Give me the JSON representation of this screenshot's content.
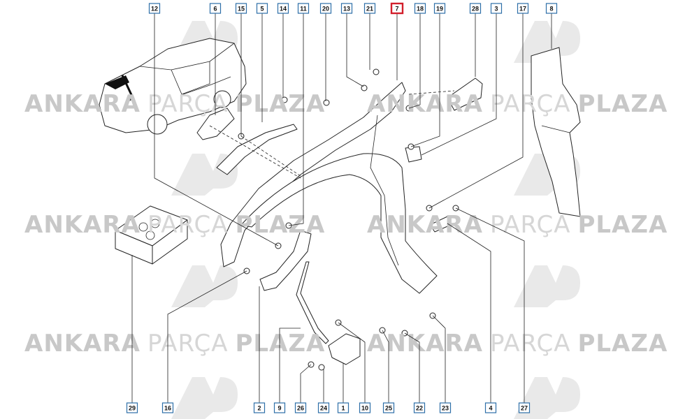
{
  "diagram": {
    "selected_part": "7",
    "watermark": {
      "word1": "ANKARA",
      "word2": "PARÇA",
      "word3": "PLAZA"
    },
    "top_callouts": [
      "12",
      "6",
      "15",
      "5",
      "14",
      "11",
      "20",
      "13",
      "21",
      "7",
      "18",
      "19",
      "28",
      "3",
      "17",
      "8"
    ],
    "bottom_callouts": [
      "29",
      "16",
      "2",
      "9",
      "26",
      "24",
      "1",
      "10",
      "25",
      "22",
      "23",
      "4",
      "27"
    ],
    "colors": {
      "callout_border": "#2d6fa8",
      "selected_border": "#d21e2b",
      "watermark": "#c8c8c8"
    }
  }
}
